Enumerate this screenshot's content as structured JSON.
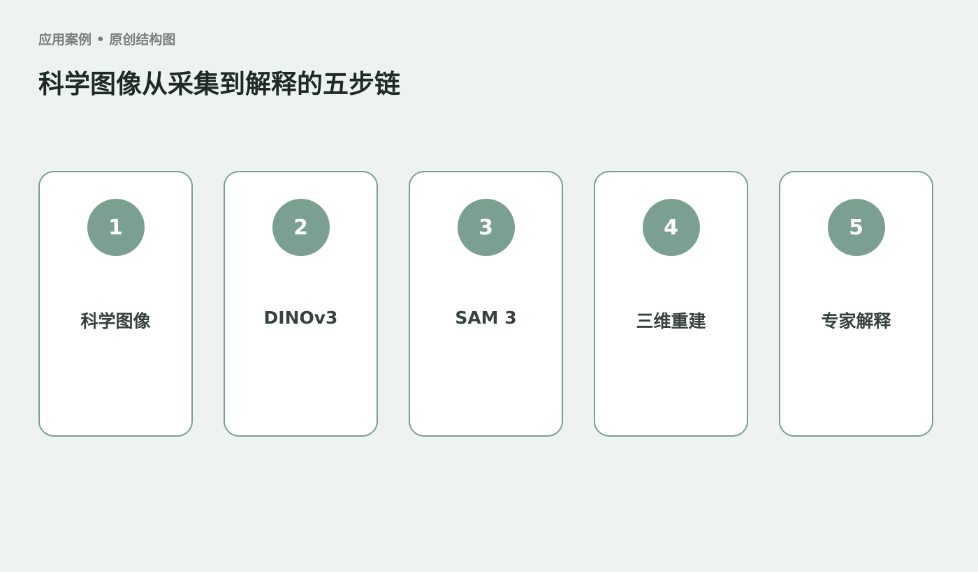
{
  "header": {
    "eyebrow": "应用案例 • 原创结构图",
    "title": "科学图像从采集到解释的五步链"
  },
  "steps": [
    {
      "number": "1",
      "label": "科学图像"
    },
    {
      "number": "2",
      "label": "DINOv3"
    },
    {
      "number": "3",
      "label": "SAM 3"
    },
    {
      "number": "4",
      "label": "三维重建"
    },
    {
      "number": "5",
      "label": "专家解释"
    }
  ],
  "colors": {
    "background": "#eef3f1",
    "accent": "#7b9f91",
    "card": "#ffffff",
    "title_text": "#1e2a26",
    "label_text": "#37423e",
    "eyebrow_text": "#7a7f7d"
  }
}
